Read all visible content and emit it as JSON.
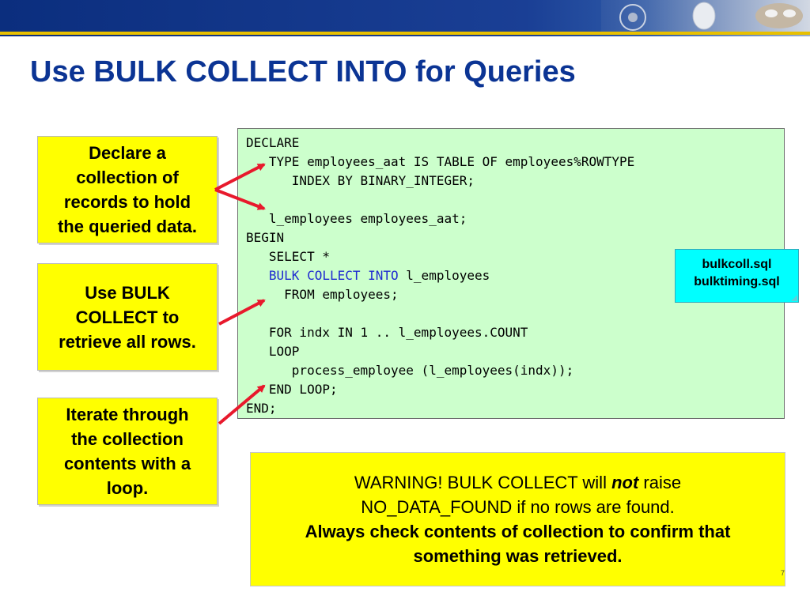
{
  "title": "Use BULK COLLECT INTO for Queries",
  "callouts": [
    {
      "lines": [
        "Declare a",
        "collection of",
        "records to hold",
        "the queried data."
      ]
    },
    {
      "lines": [
        "Use BULK",
        "COLLECT to",
        "retrieve all rows."
      ]
    },
    {
      "lines": [
        "Iterate through",
        "the collection",
        "contents with a",
        "loop."
      ]
    }
  ],
  "code": {
    "lines": [
      "DECLARE",
      "   TYPE employees_aat IS TABLE OF employees%ROWTYPE",
      "      INDEX BY BINARY_INTEGER;",
      "",
      "   l_employees employees_aat;",
      "BEGIN",
      "   SELECT *",
      "   BULK COLLECT INTO",
      "     FROM employees;",
      "",
      "   FOR indx IN 1 .. l_employees.COUNT",
      "   LOOP",
      "      process_employee (l_employees(indx));",
      "   END LOOP;",
      "END;"
    ],
    "bulk_tail": " l_employees"
  },
  "files": [
    "bulkcoll.sql",
    "bulktiming.sql"
  ],
  "warning": {
    "prefix": "WARNING! BULK COLLECT will ",
    "emphasis": "not",
    "suffix": " raise",
    "line2": "NO_DATA_FOUND if no rows are found.",
    "line3": "Always check contents of collection to confirm that",
    "line4": "something was retrieved."
  },
  "page_number": "7",
  "colors": {
    "title": "#0b3494",
    "callout_bg": "#ffff00",
    "code_bg": "#ccffcc",
    "badge_bg": "#00ffff",
    "arrow": "#e8192c",
    "keyword": "#1f2bd0"
  }
}
